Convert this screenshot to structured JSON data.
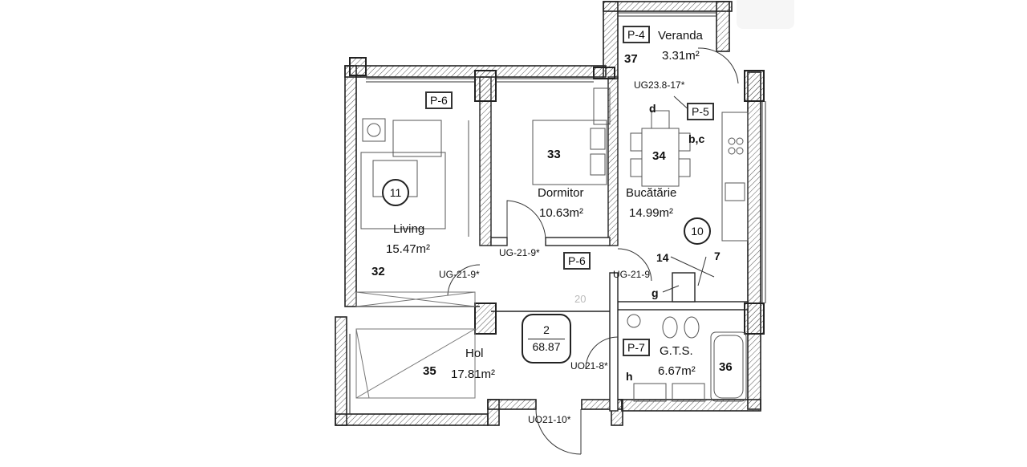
{
  "rooms": {
    "veranda": {
      "tag": "P-4",
      "name": "Veranda",
      "area": "3.31m²",
      "number": "37"
    },
    "living": {
      "tag": "P-6",
      "name": "Living",
      "area": "15.47m²",
      "number": "32",
      "ring": "11"
    },
    "dormitor": {
      "name": "Dormitor",
      "area": "10.63m²",
      "number": "33"
    },
    "bucatarie": {
      "tag": "P-5",
      "name": "Bucătărie",
      "area": "14.99m²",
      "number": "34",
      "ring": "10"
    },
    "hol": {
      "tag": "P-6",
      "name": "Hol",
      "area": "17.81m²",
      "number": "35"
    },
    "gts": {
      "tag": "P-7",
      "name": "G.T.S.",
      "area": "6.67m²",
      "number": "36"
    }
  },
  "doors": {
    "ug23": "UG23.8-17*",
    "ug21_9_star_living": "UG-21-9*",
    "ug21_9_star_bed": "UG-21-9*",
    "ug21_9": "UG-21-9",
    "uo21_8": "UO21-8*",
    "uo21_10": "UO21-10*"
  },
  "markers": {
    "d": "d",
    "bc": "b,c",
    "n14": "14",
    "n7": "7",
    "g": "g",
    "h": "h",
    "faint": "20"
  },
  "summary": {
    "rooms": "2",
    "total_area": "68.87"
  }
}
